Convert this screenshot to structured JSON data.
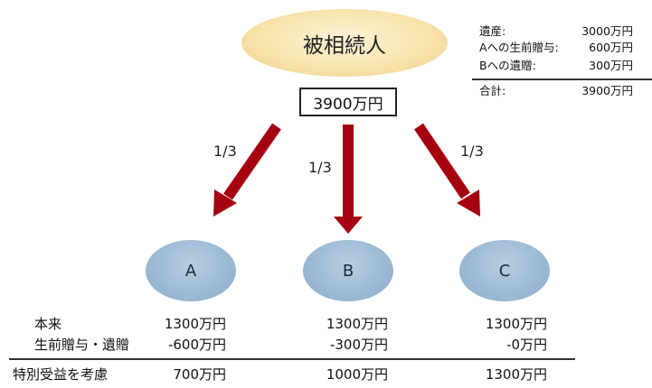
{
  "decedent": {
    "label": "被相続人",
    "estate_total": "3900万円"
  },
  "summary": {
    "rows": [
      {
        "label": "遺産:",
        "value": "3000万円"
      },
      {
        "label": "Aへの生前贈与:",
        "value": "600万円"
      },
      {
        "label": "Bへの遺贈:",
        "value": "300万円"
      }
    ],
    "total": {
      "label": "合計:",
      "value": "3900万円"
    }
  },
  "shares": [
    "1/3",
    "1/3",
    "1/3"
  ],
  "heirs": [
    {
      "name": "A",
      "base": "1300万円",
      "deduction": "-600万円",
      "result": "700万円"
    },
    {
      "name": "B",
      "base": "1300万円",
      "deduction": "-300万円",
      "result": "1000万円"
    },
    {
      "name": "C",
      "base": "1300万円",
      "deduction": "-0万円",
      "result": "1300万円"
    }
  ],
  "row_labels": {
    "base": "本来",
    "deduction": "生前贈与・遺贈",
    "result": "特別受益を考慮"
  },
  "colors": {
    "arrow": "#a50010",
    "decedent_fill": "#f7e2a8",
    "heir_fill": "#97b6d1"
  }
}
